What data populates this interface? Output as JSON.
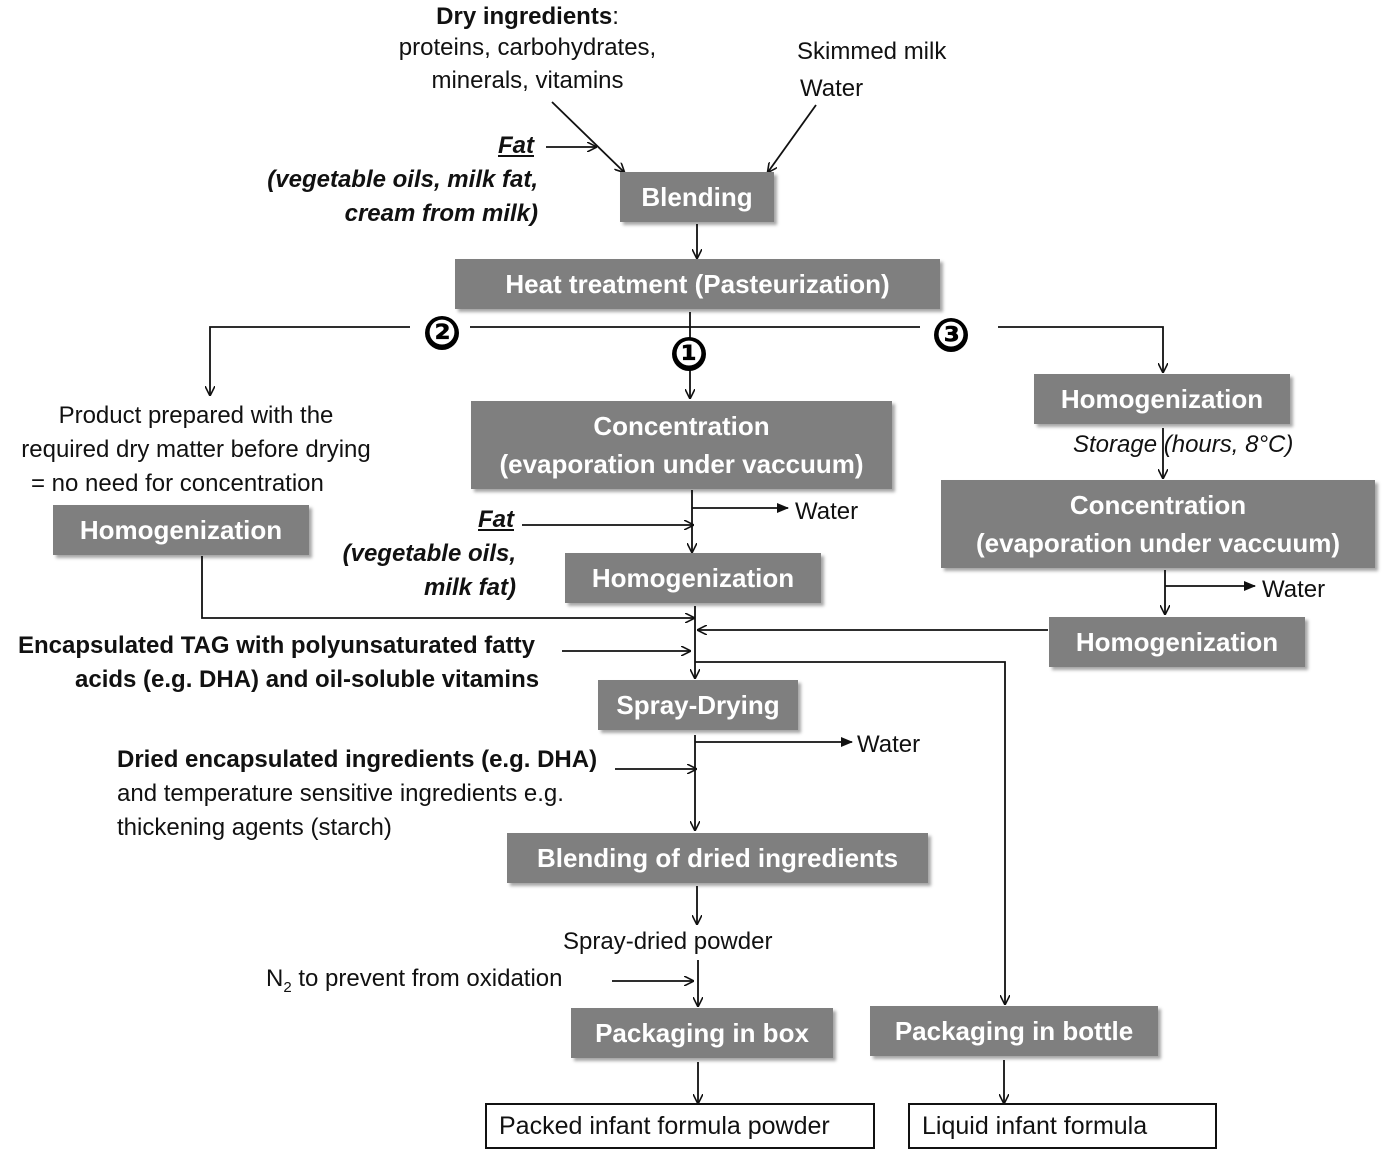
{
  "inputs": {
    "dry_title": "Dry ingredients",
    "dry_colon": ":",
    "dry_line1": "proteins, carbohydrates,",
    "dry_line2": "minerals, vitamins",
    "milk_line1": "Skimmed milk",
    "milk_line2": "Water",
    "fat1_title": "Fat",
    "fat1_line1": "(vegetable oils, milk fat,",
    "fat1_line2": "cream from milk)"
  },
  "boxes": {
    "blending": "Blending",
    "heat_treatment": "Heat treatment (Pasteurization)",
    "concentration_center_l1": "Concentration",
    "concentration_center_l2": "(evaporation under vaccuum)",
    "homogenization_center": "Homogenization",
    "homogenization_left": "Homogenization",
    "homogenization_right_top": "Homogenization",
    "concentration_right_l1": "Concentration",
    "concentration_right_l2": "(evaporation under vaccuum)",
    "homogenization_right_bottom": "Homogenization",
    "spray_drying": "Spray-Drying",
    "blending_dried": "Blending of dried ingredients",
    "packaging_box": "Packaging in box",
    "packaging_bottle": "Packaging in bottle"
  },
  "routes": {
    "route1": "❶",
    "route2": "❷",
    "route3": "❸"
  },
  "labels": {
    "no_concentration_l1": "Product prepared with the",
    "no_concentration_l2": "required dry matter before drying",
    "no_concentration_l3": "= no need for concentration",
    "storage": "Storage (hours, 8°C)",
    "water_center": "Water",
    "water_right": "Water",
    "water_spray": "Water",
    "fat2_title": "Fat",
    "fat2_line1": "(vegetable oils,",
    "fat2_line2": "milk fat)",
    "encapsulated_l1": "Encapsulated TAG with polyunsaturated fatty",
    "encapsulated_l2": "acids (e.g. DHA) and oil-soluble vitamins",
    "dried_l1": "Dried encapsulated ingredients (e.g. DHA)",
    "dried_l2": "and temperature sensitive ingredients e.g.",
    "dried_l3": "thickening agents (starch)",
    "spray_dried_powder": "Spray-dried powder",
    "n2_prefix": "N",
    "n2_sub": "2",
    "n2_text": " to prevent from oxidation"
  },
  "outputs": {
    "powder": "Packed infant formula powder",
    "liquid": "Liquid infant formula"
  }
}
